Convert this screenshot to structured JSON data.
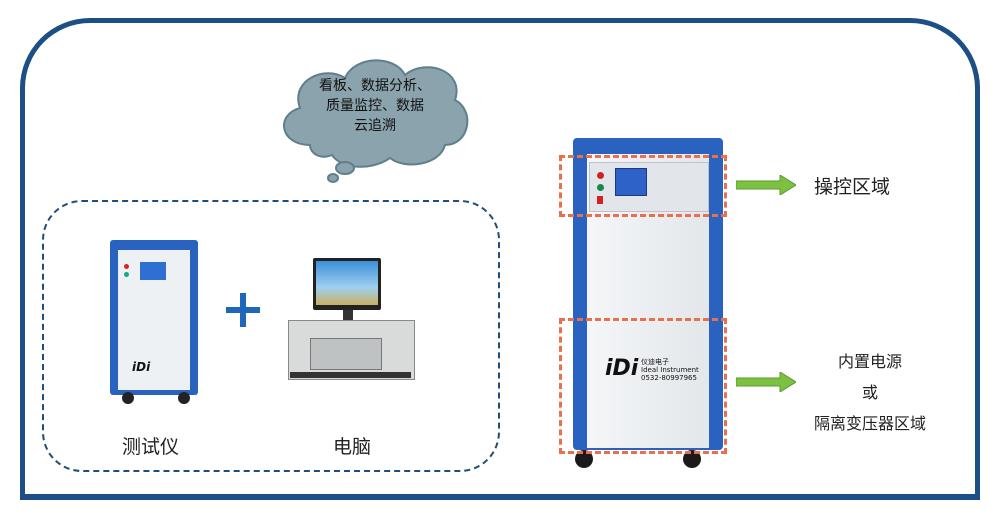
{
  "cloud": {
    "text_lines": [
      "看板、数据分析、",
      "质量监控、数据",
      "云追溯"
    ]
  },
  "left_group": {
    "tester_label": "测试仪",
    "plus": "+",
    "computer_label": "电脑"
  },
  "right": {
    "control_area_label": "操控区域",
    "power_area_lines": [
      "内置电源",
      "或",
      "隔离变压器区域"
    ]
  },
  "logo": {
    "brand": "iDi",
    "cn": "仪迪电子",
    "en": "Ideal Instrument",
    "phone": "0532-80997965"
  },
  "colors": {
    "frame": "#1c4f86",
    "dash_group": "#1f4e79",
    "highlight": "#e8704f",
    "arrow": "#7dc142",
    "cabinet": "#2a62c0",
    "cloud": "#8aa3ad"
  }
}
